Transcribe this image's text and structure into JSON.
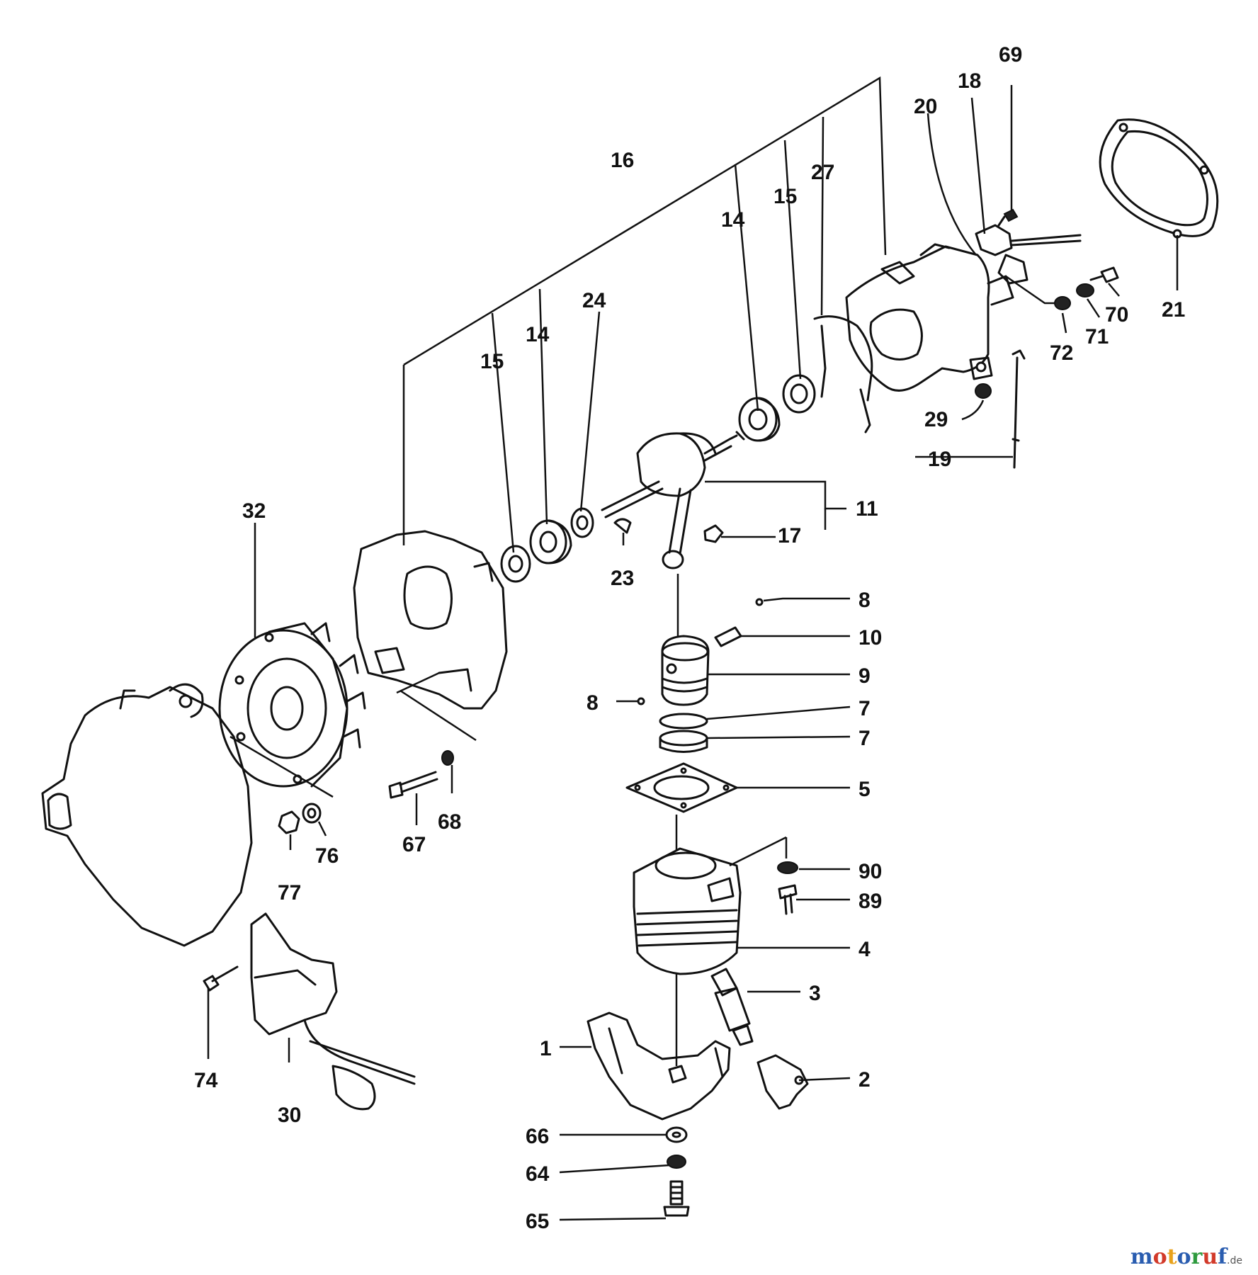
{
  "labels": {
    "l1": "1",
    "l2": "2",
    "l3": "3",
    "l4": "4",
    "l5": "5",
    "l7a": "7",
    "l7b": "7",
    "l8a": "8",
    "l8b": "8",
    "l9": "9",
    "l10": "10",
    "l11": "11",
    "l14a": "14",
    "l14b": "14",
    "l15a": "15",
    "l15b": "15",
    "l16": "16",
    "l17": "17",
    "l18": "18",
    "l19": "19",
    "l20": "20",
    "l21": "21",
    "l23": "23",
    "l24": "24",
    "l27": "27",
    "l29": "29",
    "l30": "30",
    "l32": "32",
    "l64": "64",
    "l65": "65",
    "l66": "66",
    "l67": "67",
    "l68": "68",
    "l69": "69",
    "l70": "70",
    "l71": "71",
    "l72": "72",
    "l74": "74",
    "l76": "76",
    "l77": "77",
    "l89": "89",
    "l90": "90"
  },
  "watermark": {
    "brand": "motoruf",
    "tld": ".de",
    "colors": [
      "#2a5db0",
      "#d23a2a",
      "#e8a21c",
      "#2a5db0",
      "#2e9a3e",
      "#d23a2a",
      "#2a5db0"
    ]
  }
}
